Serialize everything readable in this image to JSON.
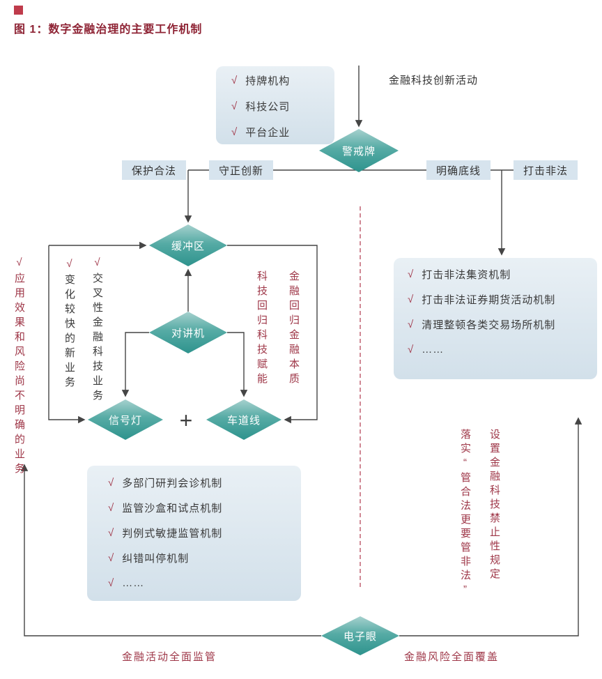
{
  "colors": {
    "accent_red": "#9e3647",
    "title_red": "#8e2334",
    "diamond_teal": "#2e938d",
    "panel_blue": "#d2e0ea",
    "tag_blue": "#d7e4ee",
    "line_gray": "#454545"
  },
  "check_glyph": "√",
  "plus_glyph": "+",
  "title": "图 1：数字金融治理的主要工作机制",
  "top": {
    "innovation_label": "金融科技创新活动",
    "entities": [
      "持牌机构",
      "科技公司",
      "平台企业"
    ]
  },
  "diamonds": {
    "warning_sign": "警戒牌",
    "buffer_zone": "缓冲区",
    "walkie_talkie": "对讲机",
    "signal_light": "信号灯",
    "lane_line": "车道线",
    "electronic_eye": "电子眼"
  },
  "branch_labels": {
    "protect_legal": "保护合法",
    "uphold_innovation": "守正创新",
    "clarify_bottom_line": "明确底线",
    "combat_illegal": "打击非法"
  },
  "left_vertical": {
    "unclear_business": "应用效果和风险尚不明确的业务",
    "fast_changing": "变化较快的新业务",
    "cross_sector": "交叉性金融科技业务"
  },
  "mid_vertical": {
    "tech_returns": "科技回归科技赋能",
    "finance_returns": "金融回归金融本质"
  },
  "right_vertical": {
    "implement": "落实“管合法更要管非法”",
    "setup": "设置金融科技禁止性规定"
  },
  "right_panel": {
    "items": [
      "打击非法集资机制",
      "打击非法证券期货活动机制",
      "清理整顿各类交易场所机制",
      "……"
    ]
  },
  "bottom_panel": {
    "items": [
      "多部门研判会诊机制",
      "监管沙盒和试点机制",
      "判例式敏捷监管机制",
      "纠错叫停机制",
      "……"
    ]
  },
  "bottom_labels": {
    "left": "金融活动全面监管",
    "right": "金融风险全面覆盖"
  }
}
